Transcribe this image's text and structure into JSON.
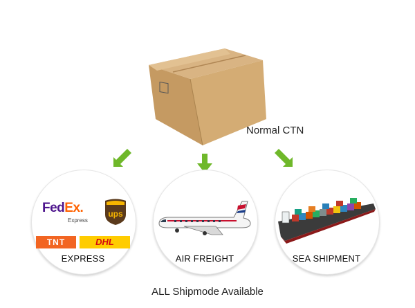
{
  "carton": {
    "label": "Normal CTN"
  },
  "modes": [
    {
      "label": "EXPRESS"
    },
    {
      "label": "AIR FREIGHT"
    },
    {
      "label": "SEA SHIPMENT"
    }
  ],
  "logos": {
    "fedex_fed": "Fed",
    "fedex_ex": "Ex.",
    "fedex_sub": "Express",
    "ups": "ups",
    "tnt": "TNT",
    "dhl": "DHL"
  },
  "footer": "ALL Shipmode Available",
  "colors": {
    "arrow": "#6fb82a",
    "box": "#c9a06b",
    "fedex_purple": "#4d148c",
    "fedex_orange": "#ff6200"
  },
  "icons": [
    "carton-box-icon",
    "down-arrow-icon",
    "airplane-icon",
    "cargo-ship-icon"
  ]
}
